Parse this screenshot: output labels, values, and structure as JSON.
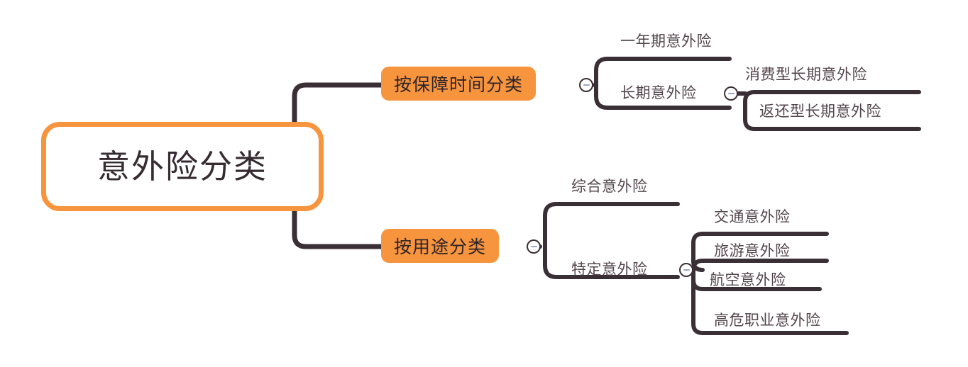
{
  "diagram": {
    "type": "mind-map",
    "title": "意外险分类",
    "colors": {
      "accent_orange": "#F7943E",
      "line_dark": "#3A2F35",
      "text_dark": "#362B31",
      "leaf_text": "#53454C",
      "minus_blue": "#9AA4C4",
      "background": "#FFFFFF"
    },
    "root": {
      "label": "意外险分类",
      "style": "white-box-orange-border"
    },
    "branches": [
      {
        "id": "by-duration",
        "label": "按保障时间分类",
        "style": "orange-filled",
        "collapse_icon": "minus-icon",
        "children": [
          {
            "id": "one-year-accident",
            "label": "一年期意外险",
            "children": []
          },
          {
            "id": "long-term-accident",
            "label": "长期意外险",
            "collapse_icon": "minus-icon",
            "children": [
              {
                "id": "consumer-long-term",
                "label": "消费型长期意外险"
              },
              {
                "id": "return-long-term",
                "label": "返还型长期意外险"
              }
            ]
          }
        ]
      },
      {
        "id": "by-usage",
        "label": "按用途分类",
        "style": "orange-filled",
        "collapse_icon": "minus-icon",
        "children": [
          {
            "id": "comprehensive-accident",
            "label": "综合意外险",
            "children": []
          },
          {
            "id": "specific-accident",
            "label": "特定意外险",
            "collapse_icon": "minus-icon",
            "children": [
              {
                "id": "traffic-accident",
                "label": "交通意外险"
              },
              {
                "id": "travel-accident",
                "label": "旅游意外险"
              },
              {
                "id": "aviation-accident",
                "label": "航空意外险"
              },
              {
                "id": "high-risk-occupation-accident",
                "label": "高危职业意外险"
              }
            ]
          }
        ]
      }
    ]
  }
}
